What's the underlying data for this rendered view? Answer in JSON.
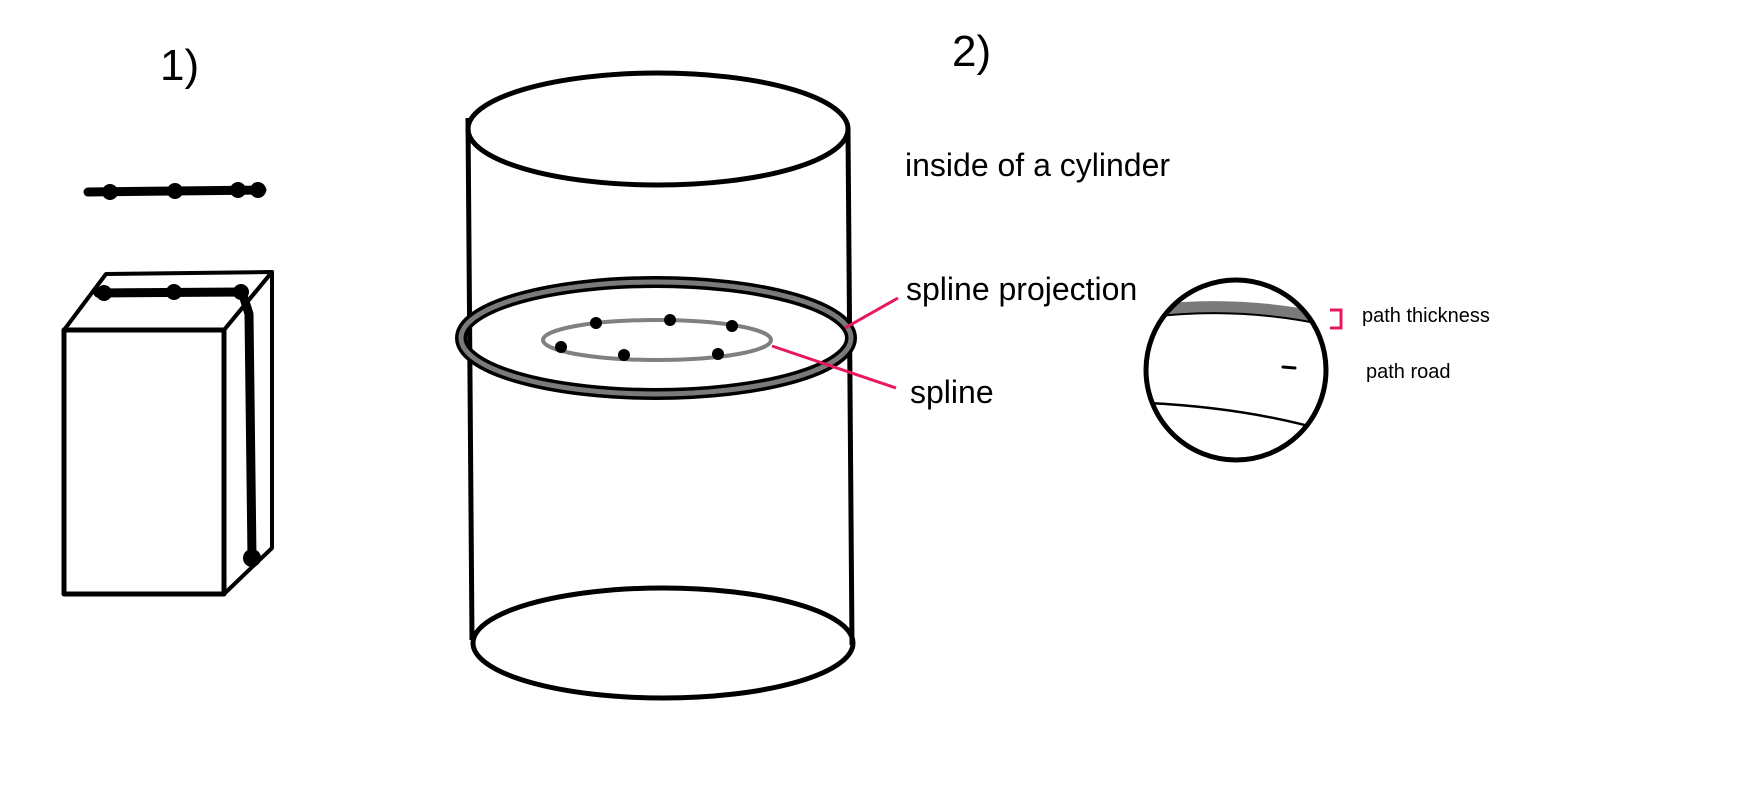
{
  "panels": {
    "panel_1": {
      "label": "1)"
    },
    "panel_2": {
      "label": "2)"
    }
  },
  "annotations": {
    "inside_cylinder": "inside of a cylinder",
    "spline_projection": "spline projection",
    "spline": "spline",
    "path_thickness": "path thickness",
    "path_road": "path road"
  },
  "colors": {
    "stroke": "#000000",
    "spline_gray": "#808080",
    "ring_gray": "#7a7a7a",
    "pointer_pink": "#e8195a",
    "background": "#ffffff"
  }
}
